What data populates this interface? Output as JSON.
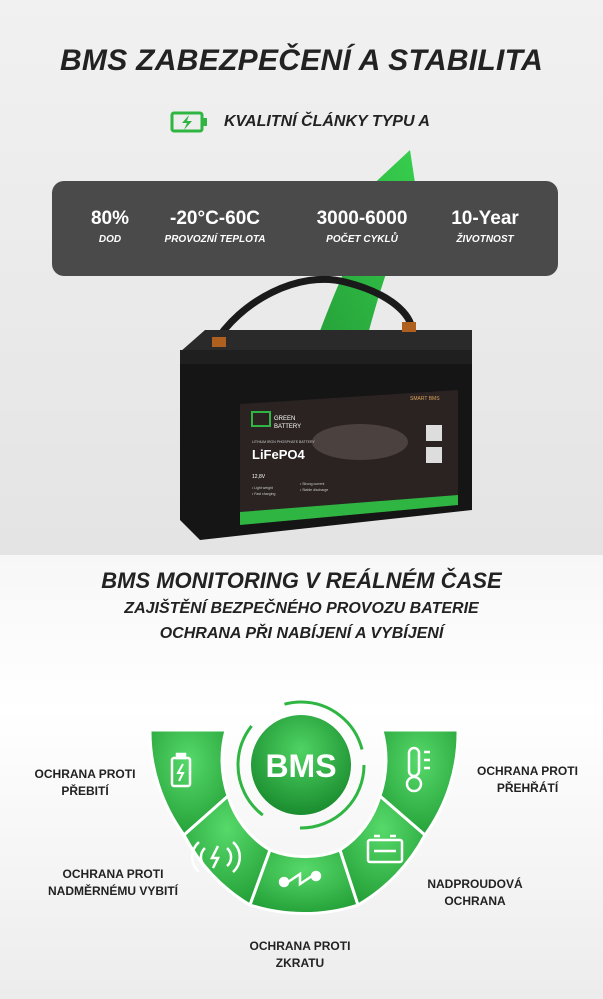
{
  "header": {
    "title": "BMS ZABEZPEČENÍ A STABILITA",
    "subtitle": "KVALITNÍ ČLÁNKY TYPU A"
  },
  "stats": [
    {
      "value": "80%",
      "label": "DOD"
    },
    {
      "value": "-20°C-60C",
      "label": "PROVOZNÍ TEPLOTA"
    },
    {
      "value": "3000-6000",
      "label": "POČET CYKLŮ"
    },
    {
      "value": "10-Year",
      "label": "ŽIVOTNOST"
    }
  ],
  "battery": {
    "brand_line1": "GREEN",
    "brand_line2": "BATTERY",
    "type_small": "LITHIUM IRON PHOSPHATE BATTERY",
    "chemistry": "LiFePO4",
    "voltage": "12,8V",
    "smart": "SMART BMS",
    "features": [
      "• Light weight",
      "• Fast charging",
      "• Strong current",
      "• Stable discharge"
    ]
  },
  "monitoring": {
    "title": "BMS MONITORING V REÁLNÉM ČASE",
    "line1": "ZAJIŠTĚNÍ BEZPEČNÉHO PROVOZU BATERIE",
    "line2": "OCHRANA PŘI NABÍJENÍ A VYBÍJENÍ",
    "center": "BMS"
  },
  "protections": {
    "overcharge": [
      "OCHRANA PROTI",
      "PŘEBITÍ"
    ],
    "overdischarge": [
      "OCHRANA PROTI",
      "NADMĚRNÉMU VYBITÍ"
    ],
    "shortcircuit": [
      "OCHRANA PROTI",
      "ZKRATU"
    ],
    "overheat": [
      "OCHRANA PROTI",
      "PŘEHŘÁTÍ"
    ],
    "overcurrent": [
      "NADPROUDOVÁ",
      "OCHRANA"
    ]
  },
  "colors": {
    "green": "#2fb542",
    "green_dark": "#1d8a2e",
    "panel": "#4a4a4a"
  }
}
